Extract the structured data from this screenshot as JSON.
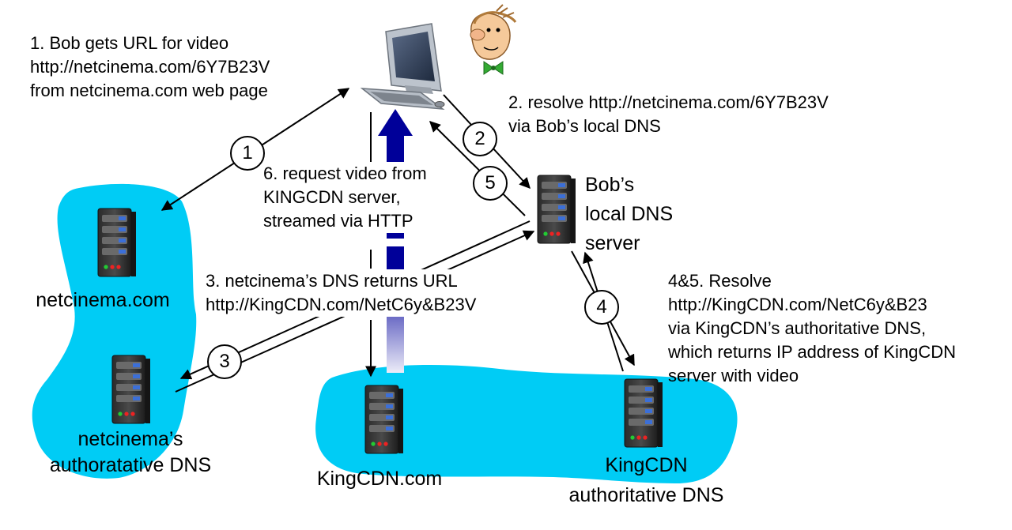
{
  "steps": {
    "s1": [
      "1. Bob gets URL for video",
      "http://netcinema.com/6Y7B23V",
      "from netcinema.com web page"
    ],
    "s2": [
      "2. resolve http://netcinema.com/6Y7B23V",
      "via Bob’s local DNS"
    ],
    "s3": [
      "3. netcinema’s DNS returns URL",
      "http://KingCDN.com/NetC6y&B23V"
    ],
    "s45": [
      "4&5. Resolve",
      "http://KingCDN.com/NetC6y&B23",
      "via KingCDN’s authoritative DNS,",
      "which returns IP address of KingCDN",
      "server  with video"
    ],
    "s6": [
      "6. request video from",
      "KINGCDN server,",
      "streamed via HTTP"
    ]
  },
  "nodes": {
    "bob_dns": [
      "Bob’s",
      "local DNS",
      "server"
    ],
    "netcinema": "netcinema.com",
    "netcinema_auth": [
      "netcinema’s",
      "authoratative DNS"
    ],
    "kingcdn": "KingCDN.com",
    "kingcdn_auth": [
      "KingCDN",
      "authoritative DNS"
    ]
  },
  "markers": [
    "1",
    "2",
    "3",
    "4",
    "5"
  ],
  "colors": {
    "cloud": "#00ccf5",
    "video_arrow": "#000099",
    "arrow": "#000000"
  },
  "icons": [
    "desktop-computer-icon",
    "bob-user-icon",
    "server-icon"
  ]
}
